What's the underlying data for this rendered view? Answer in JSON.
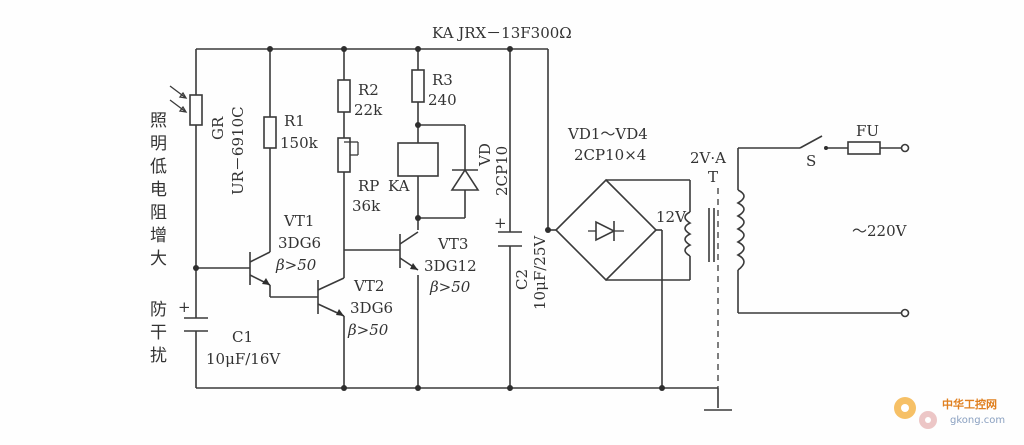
{
  "relay_title": "KA JRX－13F300Ω",
  "sensor": {
    "name": "GR",
    "model": "UR－6910C",
    "side_text": [
      "照",
      "明",
      "低",
      "电",
      "阻",
      "增",
      "大"
    ]
  },
  "r1": {
    "name": "R1",
    "value": "150k"
  },
  "r2": {
    "name": "R2",
    "value": "22k"
  },
  "rp": {
    "name": "RP",
    "value": "36k"
  },
  "r3": {
    "name": "R3",
    "value": "240"
  },
  "relay_coil": {
    "name": "KA"
  },
  "vd_flyback": {
    "name": "VD",
    "model": "2CP10"
  },
  "vt1": {
    "name": "VT1",
    "model": "3DG6",
    "beta": "β>50"
  },
  "vt2": {
    "name": "VT2",
    "model": "3DG6",
    "beta": "β>50"
  },
  "vt3": {
    "name": "VT3",
    "model": "3DG12",
    "beta": "β>50"
  },
  "c1": {
    "name": "C1",
    "value": "10μF/16V",
    "plus": "+",
    "side_text": [
      "防",
      "干",
      "扰"
    ]
  },
  "c2": {
    "name": "C2",
    "value": "10μF/25V",
    "plus": "+"
  },
  "bridge": {
    "name": "VD1～VD4",
    "model": "2CP10×4"
  },
  "secondary": {
    "voltage": "12V"
  },
  "transformer": {
    "name": "T",
    "rating": "2V·A"
  },
  "switch": {
    "name": "S"
  },
  "fuse": {
    "name": "FU"
  },
  "mains": {
    "voltage": "～220V"
  },
  "watermark": {
    "text": "中华工控网",
    "url": "gkong.com"
  }
}
